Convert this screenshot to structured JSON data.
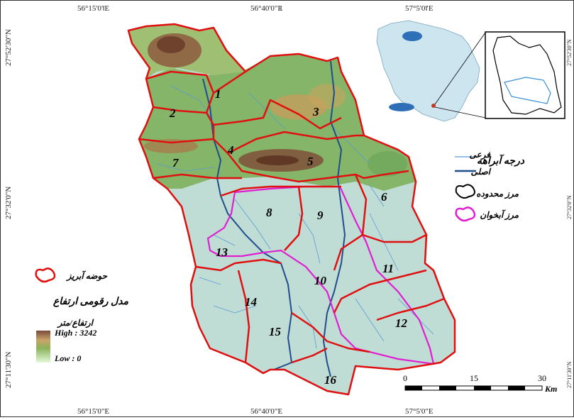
{
  "coords": {
    "top": [
      "56°15'0\"E",
      "56°40'0\"E",
      "57°5'0\"E"
    ],
    "bottom": [
      "56°15'0\"E",
      "56°40'0\"E",
      "57°5'0\"E"
    ],
    "left": [
      "27°52'30\"N",
      "27°32'0\"N",
      "27°11'30\"N"
    ],
    "right": [
      "27°52'30\"N",
      "27°32'0\"N",
      "27°11'30\"N"
    ]
  },
  "basins": [
    "1",
    "2",
    "3",
    "4",
    "5",
    "6",
    "7",
    "8",
    "9",
    "10",
    "11",
    "12",
    "13",
    "14",
    "15",
    "16"
  ],
  "stream_legend": {
    "title": "درجه آبراهه",
    "minor": "فرعی",
    "main": "اصلی"
  },
  "boundary_legend": {
    "study_area": "مرز محدوده",
    "aquifer": "مرز آبخوان"
  },
  "elevation_legend": {
    "basin": "حوضه آبریز",
    "dem_title": "مدل رقومی ارتفاع",
    "unit": "ارتفاع/متر",
    "high": "High : 3242",
    "low": "Low : 0"
  },
  "scale_bar": {
    "labels": [
      "0",
      "15",
      "30"
    ],
    "unit": "Km"
  },
  "colors": {
    "basin_border": "#e01010",
    "aquifer_border": "#e020d0",
    "main_stream": "#1f4e8c",
    "minor_stream": "#5b9bd5",
    "lowland": "#bcd9d6",
    "mountain_green": "#6fa85a",
    "mountain_brown": "#8b5a3c"
  }
}
